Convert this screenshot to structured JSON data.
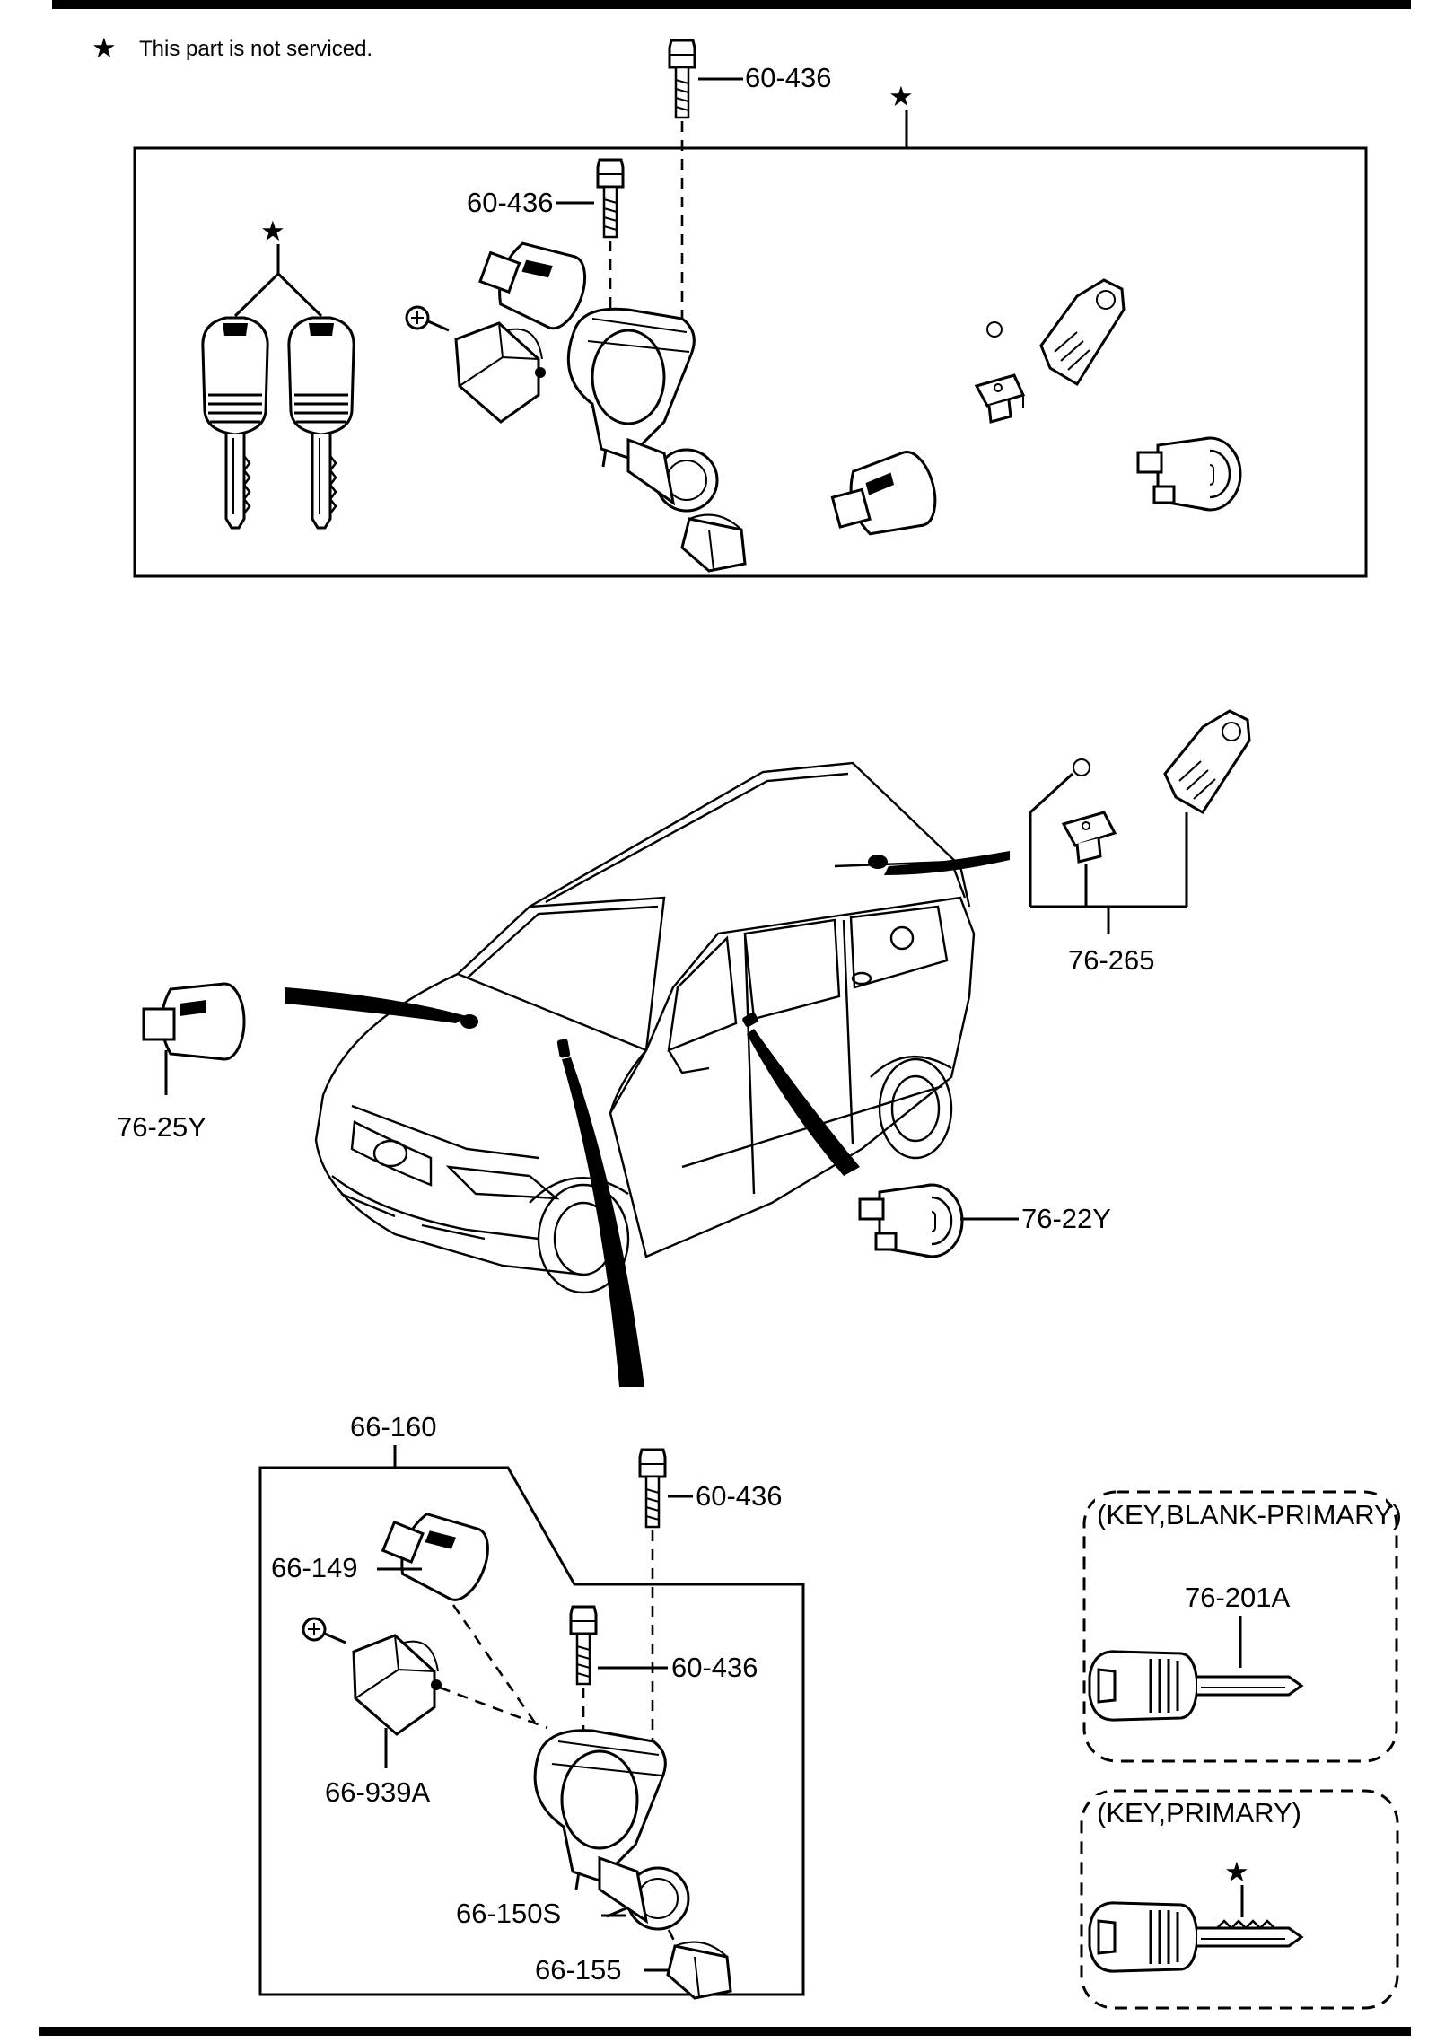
{
  "note": {
    "symbol": "★",
    "text": "This part is not serviced."
  },
  "star_symbol": "★",
  "labels": {
    "top_bolt_outer": "60-436",
    "top_bolt_inner": "60-436",
    "hatch_lock": "76-265",
    "hood_lock": "76-25Y",
    "door_lock": "76-22Y",
    "ign_set": "66-160",
    "ign_bolt_outer": "60-436",
    "ign_cylinder": "66-149",
    "ign_bolt_inner": "60-436",
    "ign_immobilizer": "66-939A",
    "ign_housing": "66-150S",
    "ign_knob": "66-155",
    "key_blank_part": "76-201A"
  },
  "panels": {
    "key_blank_title": "(KEY,BLANK-PRIMARY)",
    "key_primary_title": "(KEY,PRIMARY)"
  }
}
